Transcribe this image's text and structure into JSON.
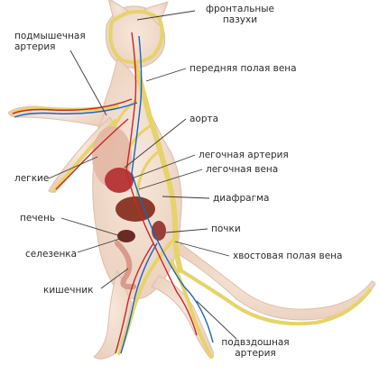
{
  "labels": {
    "frontal_sinuses": [
      "фронтальные",
      "пазухи"
    ],
    "axillary_artery": [
      "подмышечная",
      "артерия"
    ],
    "anterior_vena_cava": "передняя полая вена",
    "aorta": "аорта",
    "lungs": "легкие",
    "pulmonary_artery": "легочная артерия",
    "pulmonary_vein": "легочная вена",
    "diaphragm": "диафрагма",
    "liver": "печень",
    "kidneys": "почки",
    "spleen": "селезенка",
    "caudal_vena_cava": "хвостовая полая вена",
    "intestine": "кишечник",
    "iliac_artery": [
      "подвздошная",
      "артерия"
    ]
  },
  "colors": {
    "artery": "#c62828",
    "vein": "#1565c0",
    "skeleton": "#e6d36a",
    "body": "#f2dccb",
    "organ": "#b83a3a",
    "leader_line": "#3a3a3a"
  }
}
